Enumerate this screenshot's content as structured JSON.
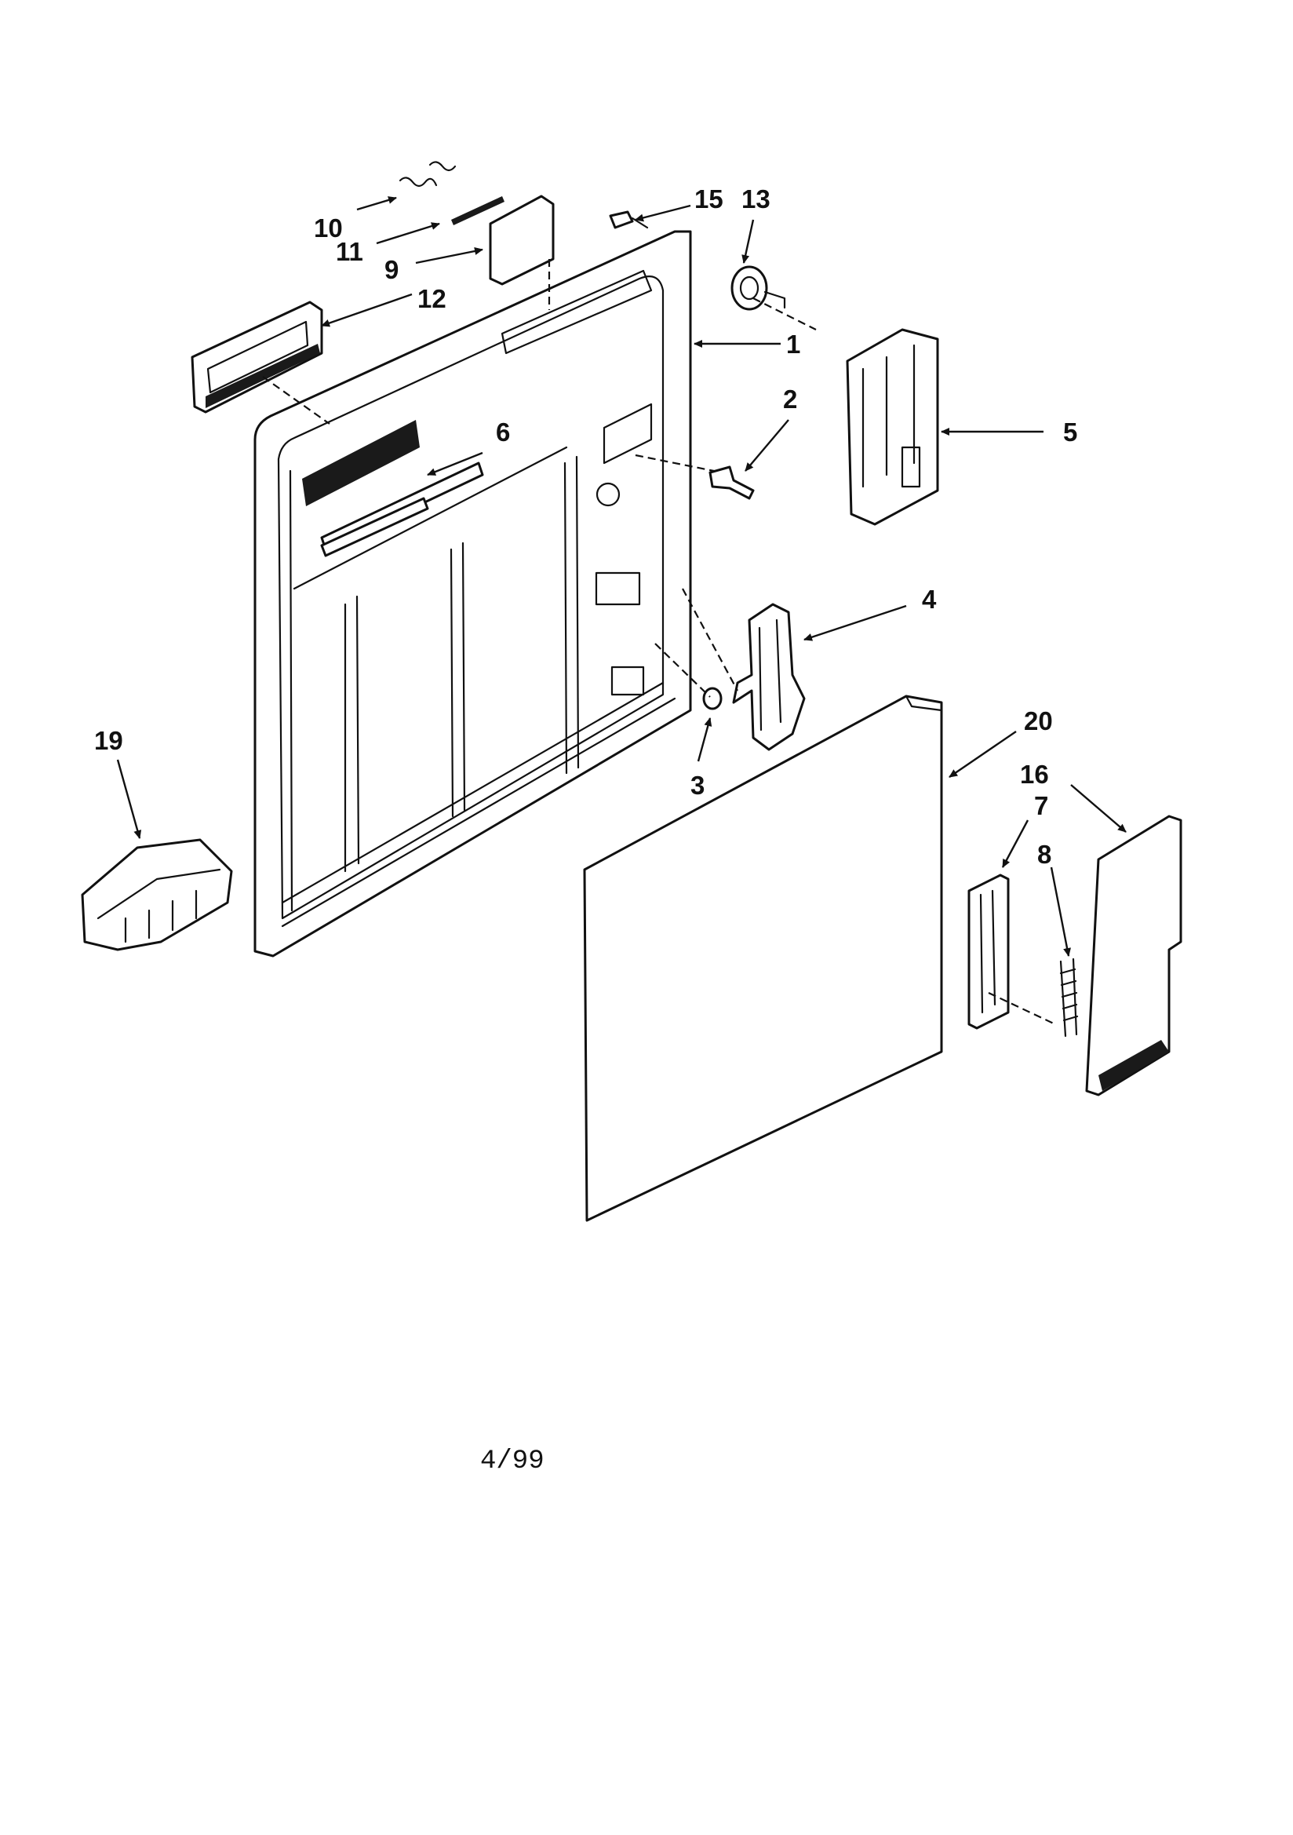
{
  "callouts": {
    "c1": "1",
    "c2": "2",
    "c3": "3",
    "c4": "4",
    "c5": "5",
    "c6": "6",
    "c7": "7",
    "c8": "8",
    "c9": "9",
    "c10": "10",
    "c11": "11",
    "c12": "12",
    "c13": "13",
    "c15": "15",
    "c16": "16",
    "c19": "19",
    "c20": "20"
  },
  "footer_date": "4/99"
}
